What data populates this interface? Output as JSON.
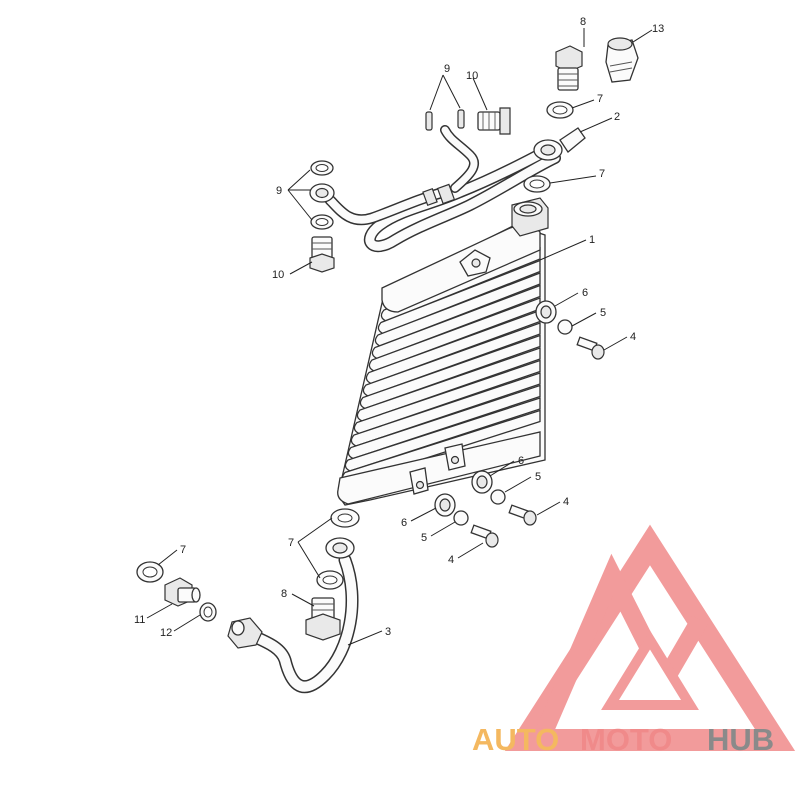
{
  "callouts": [
    "1",
    "2",
    "3",
    "4",
    "4",
    "4",
    "5",
    "5",
    "5",
    "6",
    "6",
    "6",
    "7",
    "7",
    "7",
    "7",
    "8",
    "8",
    "9",
    "9",
    "10",
    "10",
    "11",
    "12",
    "13"
  ],
  "watermark": {
    "part1": "AUTO",
    "part2": "MOTO",
    "part3": "HUB",
    "colors": {
      "auto": "#f4b860",
      "moto": "#f08a8a",
      "hub": "#8a8a8a",
      "logo": "#f08a8a"
    }
  }
}
